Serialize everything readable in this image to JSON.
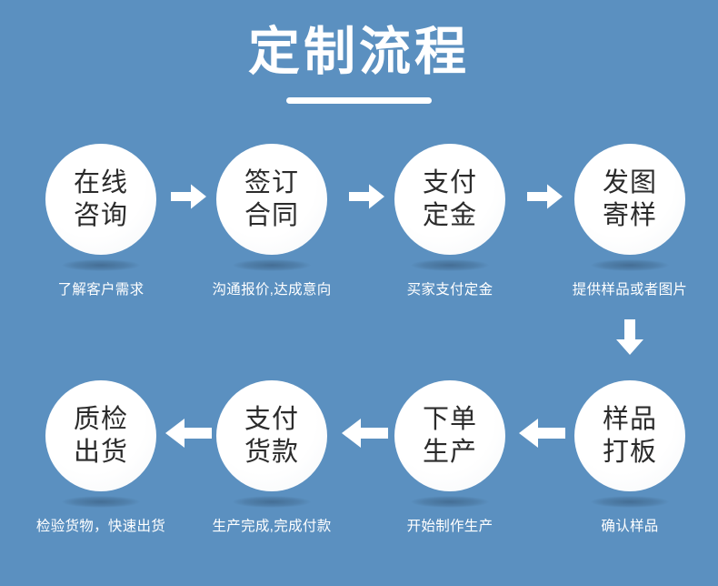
{
  "header": {
    "title": "定制流程",
    "divider": "title-divider"
  },
  "colors": {
    "background": "#5b90c0",
    "bubble": "#ffffff",
    "bubble_text": "#2b2b2b",
    "caption_text": "#ffffff",
    "arrow": "#ffffff"
  },
  "flow": {
    "row1": {
      "direction": "left-to-right",
      "steps": [
        {
          "line1": "在线",
          "line2": "咨询",
          "caption": "了解客户需求"
        },
        {
          "line1": "签订",
          "line2": "合同",
          "caption": "沟通报价,达成意向"
        },
        {
          "line1": "支付",
          "line2": "定金",
          "caption": "买家支付定金"
        },
        {
          "line1": "发图",
          "line2": "寄样",
          "caption": "提供样品或者图片"
        }
      ],
      "arrows": [
        "arrow-right-icon",
        "arrow-right-icon",
        "arrow-right-icon"
      ]
    },
    "connector": {
      "icon": "arrow-down-icon",
      "direction": "down"
    },
    "row2": {
      "direction": "right-to-left",
      "steps": [
        {
          "line1": "质检",
          "line2": "出货",
          "caption": "检验货物，快速出货"
        },
        {
          "line1": "支付",
          "line2": "货款",
          "caption": "生产完成,完成付款"
        },
        {
          "line1": "下单",
          "line2": "生产",
          "caption": "开始制作生产"
        },
        {
          "line1": "样品",
          "line2": "打板",
          "caption": "确认样品"
        }
      ],
      "arrows": [
        "arrow-left-icon",
        "arrow-left-icon",
        "arrow-left-icon"
      ]
    }
  }
}
